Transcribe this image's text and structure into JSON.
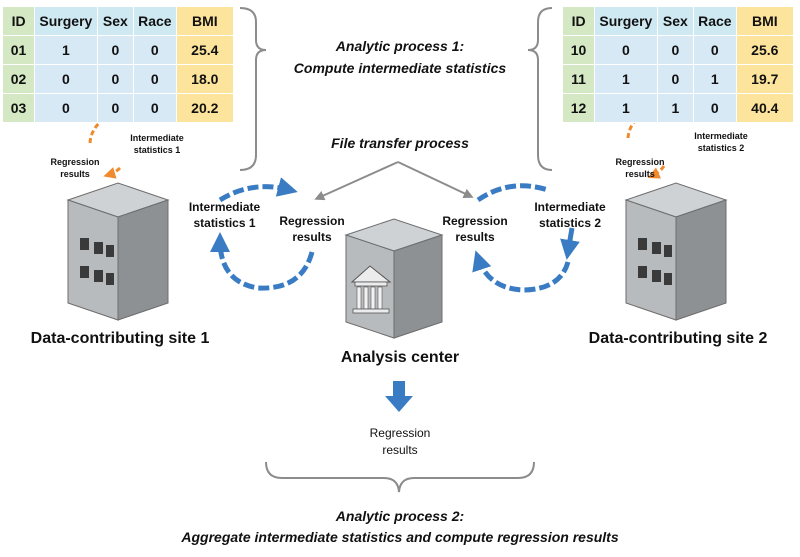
{
  "table1": {
    "headers": [
      "ID",
      "Surgery",
      "Sex",
      "Race",
      "BMI"
    ],
    "rows": [
      [
        "01",
        "1",
        "0",
        "0",
        "25.4"
      ],
      [
        "02",
        "0",
        "0",
        "0",
        "18.0"
      ],
      [
        "03",
        "0",
        "0",
        "0",
        "20.2"
      ]
    ]
  },
  "table2": {
    "headers": [
      "ID",
      "Surgery",
      "Sex",
      "Race",
      "BMI"
    ],
    "rows": [
      [
        "10",
        "0",
        "0",
        "0",
        "25.6"
      ],
      [
        "11",
        "1",
        "0",
        "1",
        "19.7"
      ],
      [
        "12",
        "1",
        "1",
        "0",
        "40.4"
      ]
    ]
  },
  "process1": {
    "line1": "Analytic process 1:",
    "line2": "Compute intermediate statistics"
  },
  "file_transfer": "File transfer process",
  "site1": {
    "label": "Data-contributing site 1",
    "small_intermediate": [
      "Intermediate",
      "statistics 1"
    ],
    "small_regression": [
      "Regression",
      "results"
    ],
    "big_intermediate": [
      "Intermediate",
      "statistics 1"
    ],
    "big_regression": [
      "Regression",
      "results"
    ]
  },
  "site2": {
    "label": "Data-contributing site 2",
    "small_intermediate": [
      "Intermediate",
      "statistics 2"
    ],
    "small_regression": [
      "Regression",
      "results"
    ],
    "big_intermediate": [
      "Intermediate",
      "statistics 2"
    ],
    "big_regression": [
      "Regression",
      "results"
    ]
  },
  "center": {
    "label": "Analysis center",
    "regression": [
      "Regression",
      "results"
    ]
  },
  "process2": {
    "line1": "Analytic process 2:",
    "line2": "Aggregate intermediate statistics and compute regression results"
  },
  "colors": {
    "id_green": "#d4e8c4",
    "header_blue": "#cfe9f2",
    "cell_blue": "#d8e9f6",
    "bmi_yellow": "#fde49c",
    "arrow_blue": "#3a7cc4",
    "arrow_orange": "#ef8a2d",
    "bracket_gray": "#8c8c8c"
  }
}
